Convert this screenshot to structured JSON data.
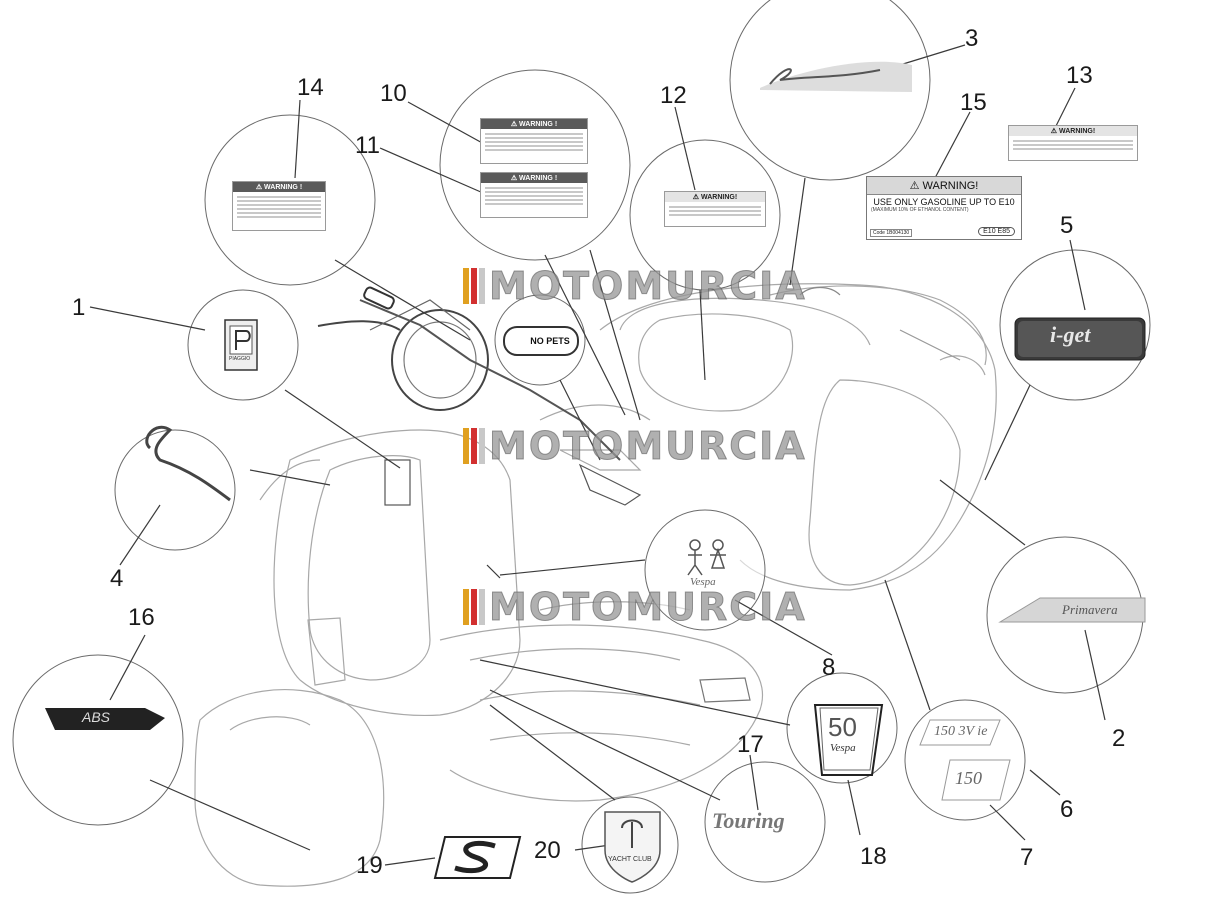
{
  "callouts": [
    {
      "num": "1"
    },
    {
      "num": "2"
    },
    {
      "num": "3"
    },
    {
      "num": "4"
    },
    {
      "num": "5"
    },
    {
      "num": "6"
    },
    {
      "num": "7"
    },
    {
      "num": "8"
    },
    {
      "num": "10"
    },
    {
      "num": "11"
    },
    {
      "num": "12"
    },
    {
      "num": "13"
    },
    {
      "num": "14"
    },
    {
      "num": "15"
    },
    {
      "num": "16"
    },
    {
      "num": "17"
    },
    {
      "num": "18"
    },
    {
      "num": "19"
    },
    {
      "num": "20"
    }
  ],
  "watermark": {
    "text": "MOTOMURCIA",
    "bar_colors": [
      "#e0a020",
      "#d23030",
      "#c8c8c8"
    ]
  },
  "labels": {
    "warning": "⚠ WARNING !",
    "warning_13": "⚠ WARNING!",
    "warning_12": "⚠ WARNING!",
    "no_pets": "NO PETS",
    "abs": "ABS",
    "get": "i-get",
    "primavera": "Primavera",
    "v150_3v": "150 3V ie",
    "v150": "150",
    "touring": "Touring",
    "yacht_club": "YACHT CLUB",
    "vespa": "Vespa",
    "piaggio": "PIAGGIO",
    "fifty": "50",
    "warn15_header": "⚠ WARNING!",
    "warn15_line1": "USE ONLY GASOLINE UP TO E10",
    "warn15_line2": "(MAXIMUM 10% OF ETHANOL CONTENT)",
    "warn15_code": "Code 1B004130",
    "warn15_eb": "E10 E85"
  },
  "colors": {
    "line": "#3a3a3a",
    "scooter": "#9a9a9a",
    "circle": "#777777"
  }
}
